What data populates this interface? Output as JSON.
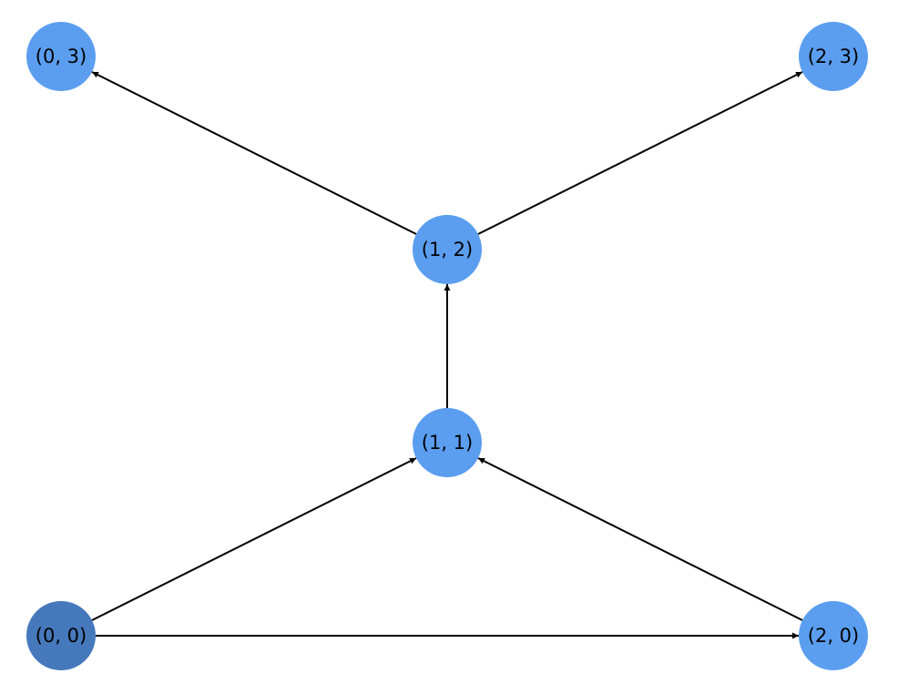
{
  "colors": {
    "node_default": "#5b9ef0",
    "node_start": "#4678bc",
    "edge": "#000000"
  },
  "nodes": [
    {
      "id": "n00",
      "label": "(0, 0)",
      "gx": 0,
      "gy": 0,
      "highlight": true
    },
    {
      "id": "n20",
      "label": "(2, 0)",
      "gx": 2,
      "gy": 0,
      "highlight": false
    },
    {
      "id": "n11",
      "label": "(1, 1)",
      "gx": 1,
      "gy": 1,
      "highlight": false
    },
    {
      "id": "n12",
      "label": "(1, 2)",
      "gx": 1,
      "gy": 2,
      "highlight": false
    },
    {
      "id": "n03",
      "label": "(0, 3)",
      "gx": 0,
      "gy": 3,
      "highlight": false
    },
    {
      "id": "n23",
      "label": "(2, 3)",
      "gx": 2,
      "gy": 3,
      "highlight": false
    }
  ],
  "edges": [
    {
      "from": "n00",
      "to": "n11"
    },
    {
      "from": "n00",
      "to": "n20"
    },
    {
      "from": "n20",
      "to": "n11"
    },
    {
      "from": "n11",
      "to": "n12"
    },
    {
      "from": "n12",
      "to": "n03"
    },
    {
      "from": "n12",
      "to": "n23"
    }
  ]
}
